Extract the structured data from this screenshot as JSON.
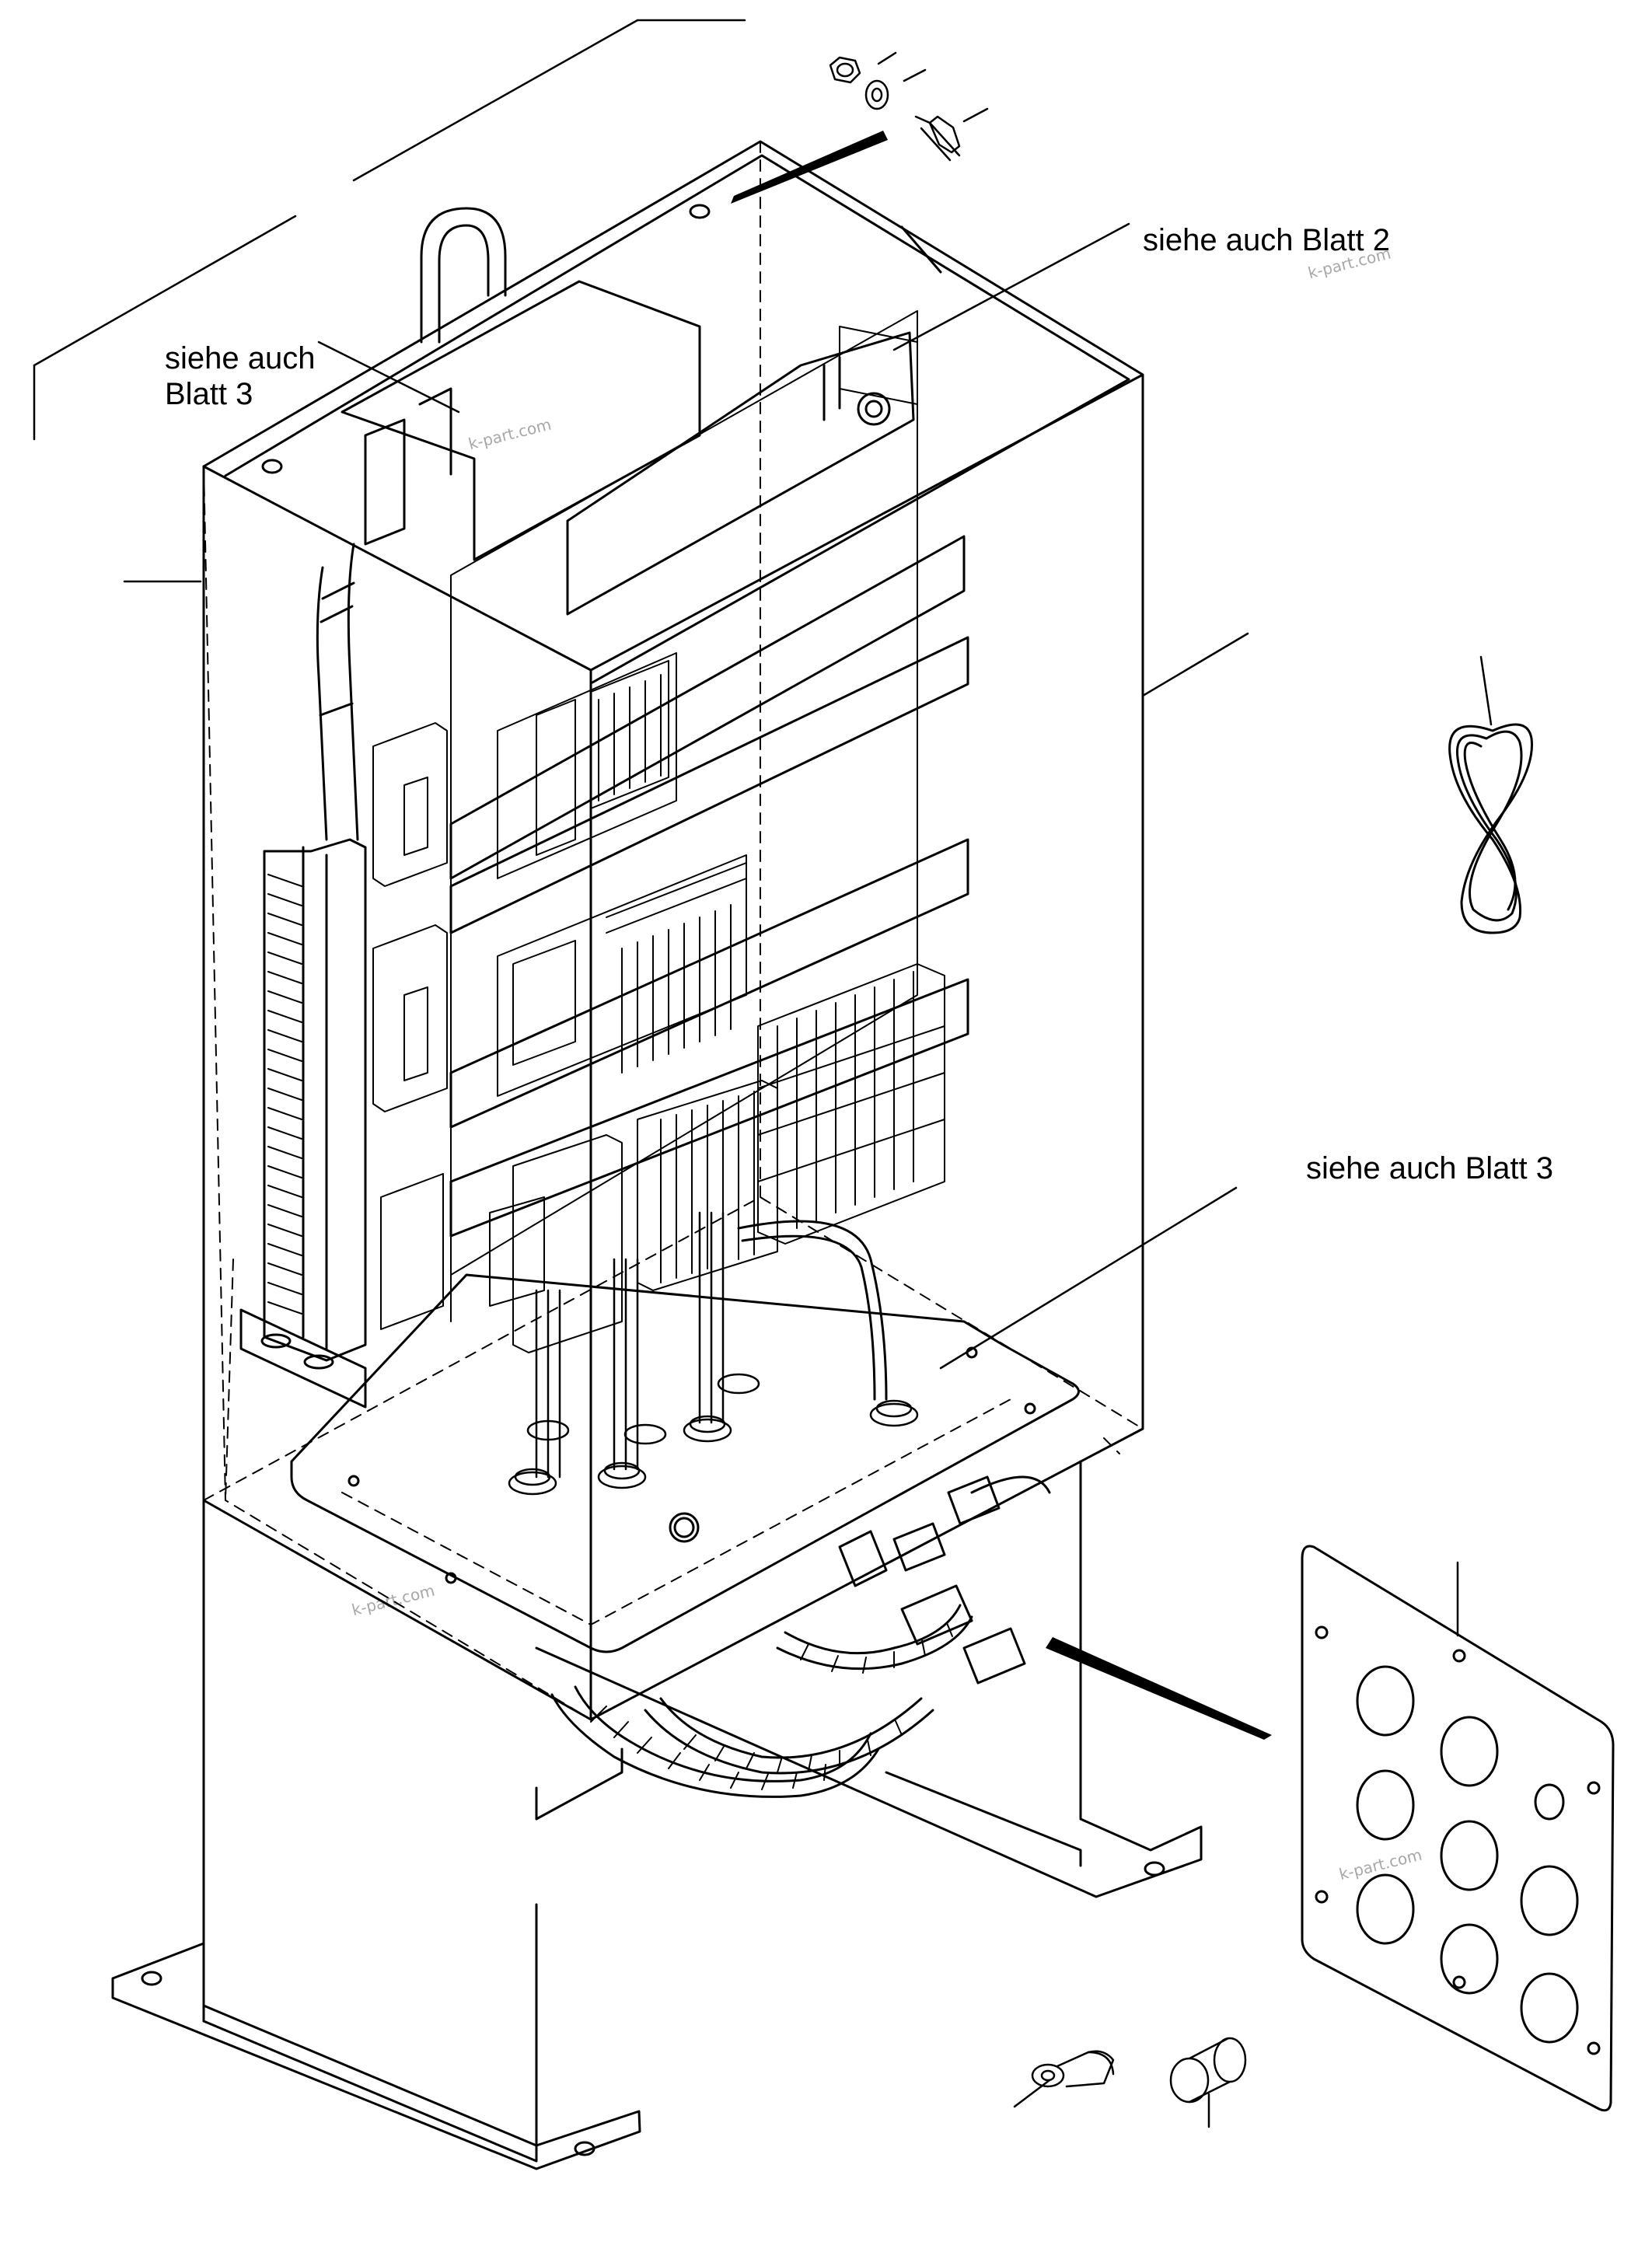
{
  "diagram": {
    "callouts": [
      {
        "id": "blatt2",
        "text": "siehe auch Blatt 2"
      },
      {
        "id": "blatt3_top",
        "text": "siehe auch\nBlatt 3"
      },
      {
        "id": "blatt3_right",
        "text": "siehe auch Blatt 3"
      }
    ],
    "watermark": "k-part.com",
    "colors": {
      "line": "#000000",
      "background": "#ffffff",
      "watermark": "#a8a8a8"
    },
    "parts": [
      "control-cabinet",
      "mounting-frame",
      "mounting-rail",
      "terminal-block",
      "cable-duct",
      "cable-gland",
      "flexible-conduit",
      "cable-entry-plate",
      "nut",
      "washer",
      "bolt",
      "cable-tie-loop",
      "ring-terminal",
      "sleeve"
    ]
  }
}
